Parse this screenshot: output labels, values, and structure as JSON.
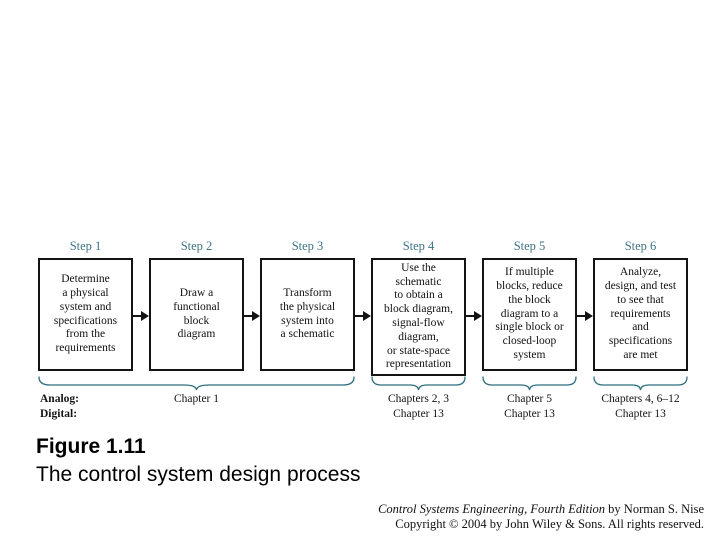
{
  "figure": {
    "number": "Figure 1.11",
    "title": "The control system design process"
  },
  "steps": [
    {
      "label": "Step 1",
      "text": "Determine\na physical\nsystem and\nspecifications\nfrom the\nrequirements"
    },
    {
      "label": "Step 2",
      "text": "Draw a\nfunctional\nblock\ndiagram"
    },
    {
      "label": "Step 3",
      "text": "Transform\nthe physical\nsystem into\na schematic"
    },
    {
      "label": "Step 4",
      "text": "Use the\nschematic\nto obtain a\nblock diagram,\nsignal-flow\ndiagram,\nor state-space\nrepresentation"
    },
    {
      "label": "Step 5",
      "text": "If multiple\nblocks, reduce\nthe block\ndiagram to a\nsingle block or\nclosed-loop\nsystem"
    },
    {
      "label": "Step 6",
      "text": "Analyze,\ndesign, and test\nto see that\nrequirements\nand\nspecifications\nare met"
    }
  ],
  "footer": {
    "analog_label": "Analog:",
    "digital_label": "Digital:",
    "chapter_groups": [
      {
        "line1": "Chapter 1",
        "line2": ""
      },
      {
        "line1": "Chapters 2, 3",
        "line2": "Chapter 13"
      },
      {
        "line1": "Chapter 5",
        "line2": "Chapter 13"
      },
      {
        "line1": "Chapters 4, 6–12",
        "line2": "Chapter 13"
      }
    ]
  },
  "copyright": {
    "book_title": "Control Systems Engineering, Fourth Edition",
    "byline": " by Norman S. Nise",
    "line2": "Copyright © 2004 by John Wiley & Sons. All rights reserved."
  },
  "colors": {
    "accent_teal": "#3d7384",
    "brace_teal": "#2e6e7e",
    "box_border": "#141414"
  }
}
